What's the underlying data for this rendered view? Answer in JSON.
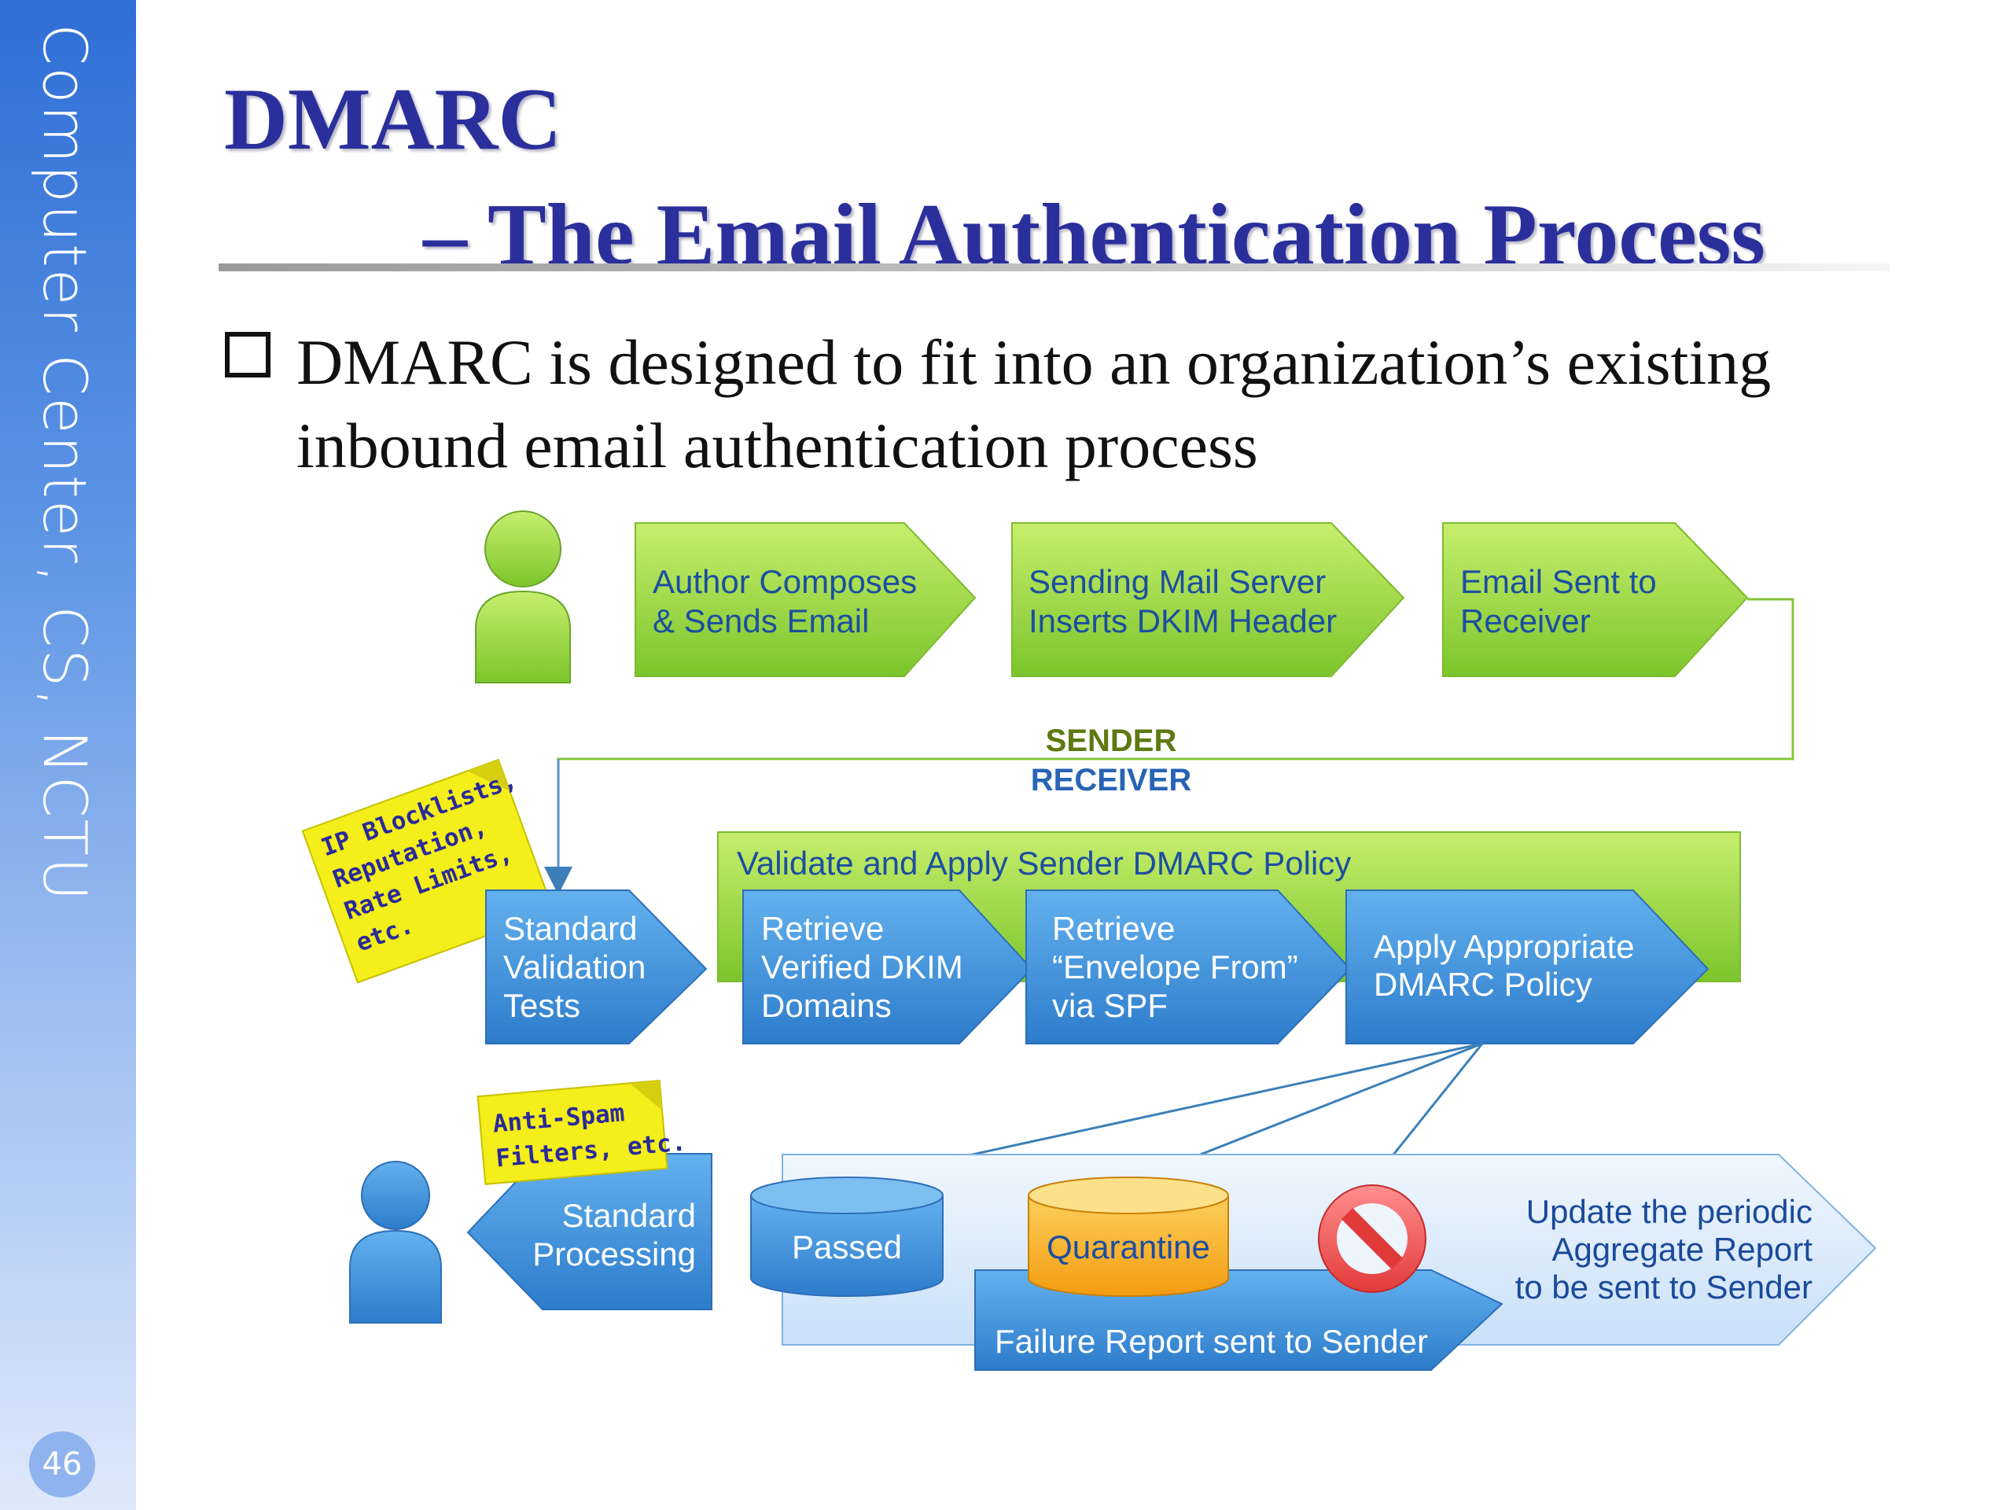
{
  "sidebar": {
    "label": "Computer Center, CS, NCTU",
    "page_number": "46"
  },
  "slide": {
    "title_line1": "DMARC",
    "title_line2": "– The Email Authentication Process",
    "bullet_text": "DMARC is designed to fit into an organization’s existing inbound email authentication process"
  },
  "diagram": {
    "sender_steps": [
      {
        "lines": [
          "Author Composes",
          "& Sends Email"
        ]
      },
      {
        "lines": [
          "Sending Mail Server",
          "Inserts DKIM Header"
        ]
      },
      {
        "lines": [
          "Email Sent to",
          "Receiver"
        ]
      }
    ],
    "sender_label": "SENDER",
    "receiver_label": "RECEIVER",
    "policy_box_label": "Validate and Apply Sender DMARC Policy",
    "receiver_steps": [
      {
        "lines": [
          "Standard",
          "Validation",
          "Tests"
        ]
      },
      {
        "lines": [
          "Retrieve",
          "Verified DKIM",
          "Domains"
        ]
      },
      {
        "lines": [
          "Retrieve",
          "“Envelope From”",
          "via SPF"
        ]
      },
      {
        "lines": [
          "Apply Appropriate",
          "DMARC Policy"
        ]
      }
    ],
    "note_blocklists": [
      "IP Blocklists,",
      "Reputation,",
      "Rate Limits,",
      "etc."
    ],
    "note_antispam": [
      "Anti-Spam",
      "Filters, etc."
    ],
    "standard_processing": [
      "Standard",
      "Processing"
    ],
    "outcomes": {
      "passed": "Passed",
      "quarantine": "Quarantine",
      "failure_report": "Failure Report sent to Sender",
      "aggregate_report": [
        "Update the periodic",
        "Aggregate Report",
        "to be sent to Sender"
      ]
    },
    "colors": {
      "green": "#8fd13a",
      "blue": "#3b8fdc",
      "orange": "#f6ae1c",
      "yellow_note": "#f4ee1a",
      "title_blue": "#2b2f9c",
      "sender_text": "#5c7a10",
      "receiver_text": "#2864b4"
    }
  }
}
